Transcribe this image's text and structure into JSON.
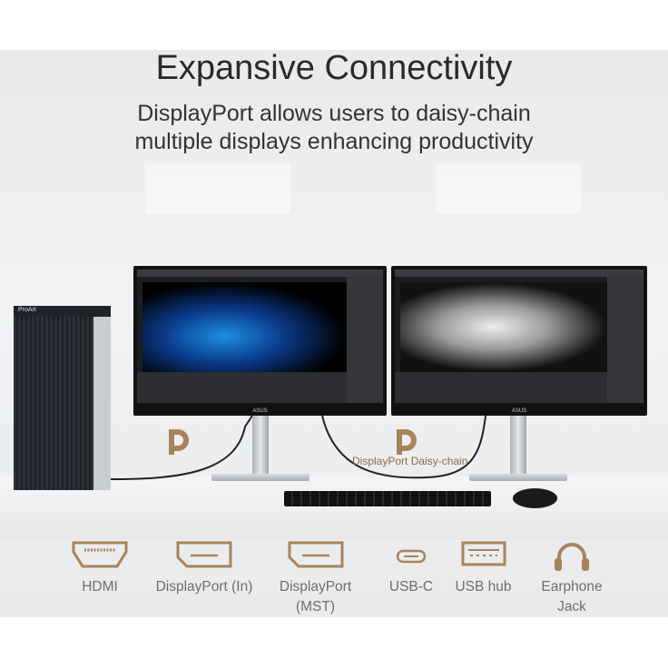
{
  "header": {
    "title": "Expansive Connectivity",
    "subtitle_line1": "DisplayPort allows users to daisy-chain",
    "subtitle_line2": "multiple displays enhancing productivity"
  },
  "scene": {
    "tower_brand": "ProArt",
    "monitor_brand": "ASUS",
    "daisy_chain_label": "DisplayPort  Daisy-chain",
    "dp_logo_icon": "displayport-logo-icon"
  },
  "ports": [
    {
      "icon": "hdmi-port-icon",
      "label": "HDMI",
      "label2": ""
    },
    {
      "icon": "displayport-in-icon",
      "label": "DisplayPort (In)",
      "label2": ""
    },
    {
      "icon": "displayport-mst-icon",
      "label": "DisplayPort",
      "label2": "(MST)"
    },
    {
      "icon": "usb-c-icon",
      "label": "USB-C",
      "label2": ""
    },
    {
      "icon": "usb-hub-icon",
      "label": "USB hub",
      "label2": ""
    },
    {
      "icon": "headphone-icon",
      "label": "Earphone",
      "label2": "Jack"
    }
  ],
  "colors": {
    "accent": "#a8835a",
    "label": "#6e6e6e"
  }
}
